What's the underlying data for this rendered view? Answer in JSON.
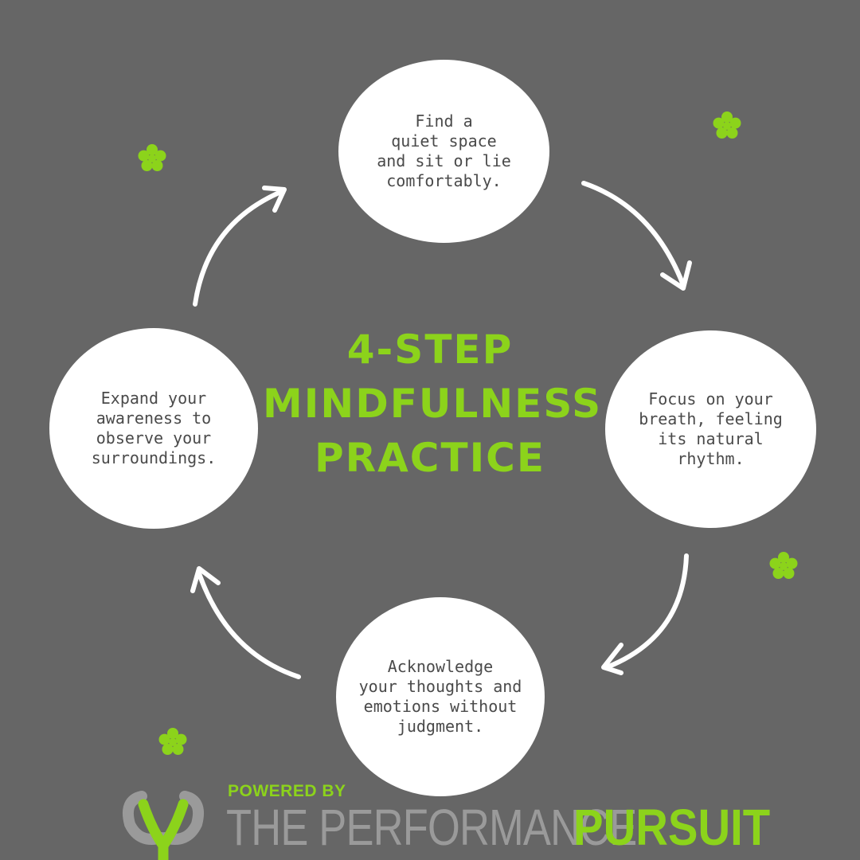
{
  "title": {
    "line1": "4-STEP",
    "line2": "MINDFULNESS",
    "line3": "PRACTICE"
  },
  "steps": [
    {
      "text": "Find a\nquiet space\nand sit or lie\ncomfortably."
    },
    {
      "text": "Focus on your\nbreath, feeling\nits natural\nrhythm."
    },
    {
      "text": "Acknowledge\nyour thoughts and\nemotions without\njudgment."
    },
    {
      "text": "Expand your\nawareness to\nobserve your\nsurroundings."
    }
  ],
  "footer": {
    "powered_by": "POWERED BY",
    "brand_part1": "THE PERFORMANCE",
    "brand_part2": "PURSUIT"
  },
  "colors": {
    "background": "#666666",
    "accent_green": "#8cd31b",
    "circle_fill": "#ffffff",
    "text_dark": "#4a4a4a",
    "logo_gray": "#9a9a9a"
  },
  "icons": [
    "flower-icon",
    "arrow-icon",
    "logo-icon"
  ]
}
